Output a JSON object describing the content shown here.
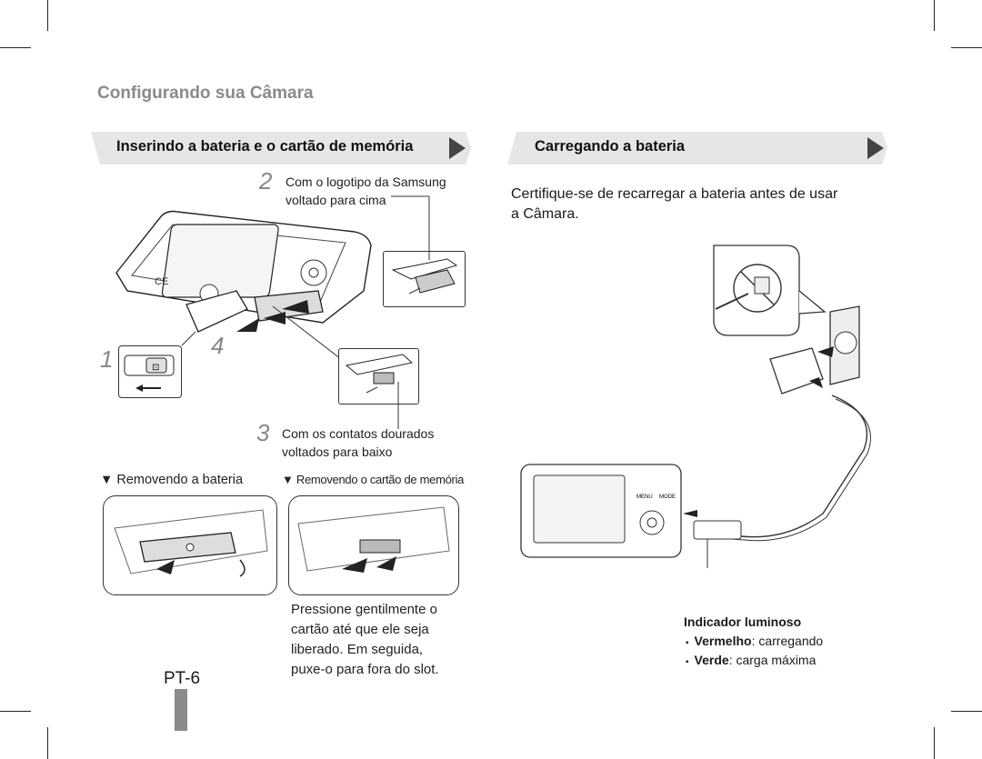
{
  "page": {
    "title": "Configurando sua Câmara",
    "page_number": "PT-6"
  },
  "left_section": {
    "heading": "Inserindo a bateria e o cartão de memória",
    "step2_number": "2",
    "step2_line1": "Com o logotipo da Samsung",
    "step2_line2": "voltado para cima",
    "step1_number": "1",
    "step4_number": "4",
    "step3_number": "3",
    "step3_line1": "Com os contatos dourados",
    "step3_line2": "voltados para baixo",
    "remove_battery": "▼ Removendo a bateria",
    "remove_card": "▼ Removendo o cartão de memória",
    "note_line1": "Pressione gentilmente o",
    "note_line2": "cartão até que ele seja",
    "note_line3": "liberado. Em seguida,",
    "note_line4": "puxe-o para fora do slot."
  },
  "right_section": {
    "heading": "Carregando a bateria",
    "intro_line1": "Certifique-se de recarregar a bateria antes de usar",
    "intro_line2": "a Câmara.",
    "indicator_title": "Indicador luminoso",
    "indicator_items": [
      {
        "bullet": "▪",
        "color_name": "Vermelho",
        "text": ": carregando"
      },
      {
        "bullet": "▪",
        "color_name": "Verde",
        "text": ": carga máxima"
      }
    ]
  },
  "colors": {
    "title_gray": "#8a8a8a",
    "banner_gray": "#e6e6e6",
    "arrow_gray": "#555555"
  },
  "icons": [
    "play-arrow-icon",
    "camera-illustration",
    "charger-illustration",
    "no-plug-icon"
  ]
}
